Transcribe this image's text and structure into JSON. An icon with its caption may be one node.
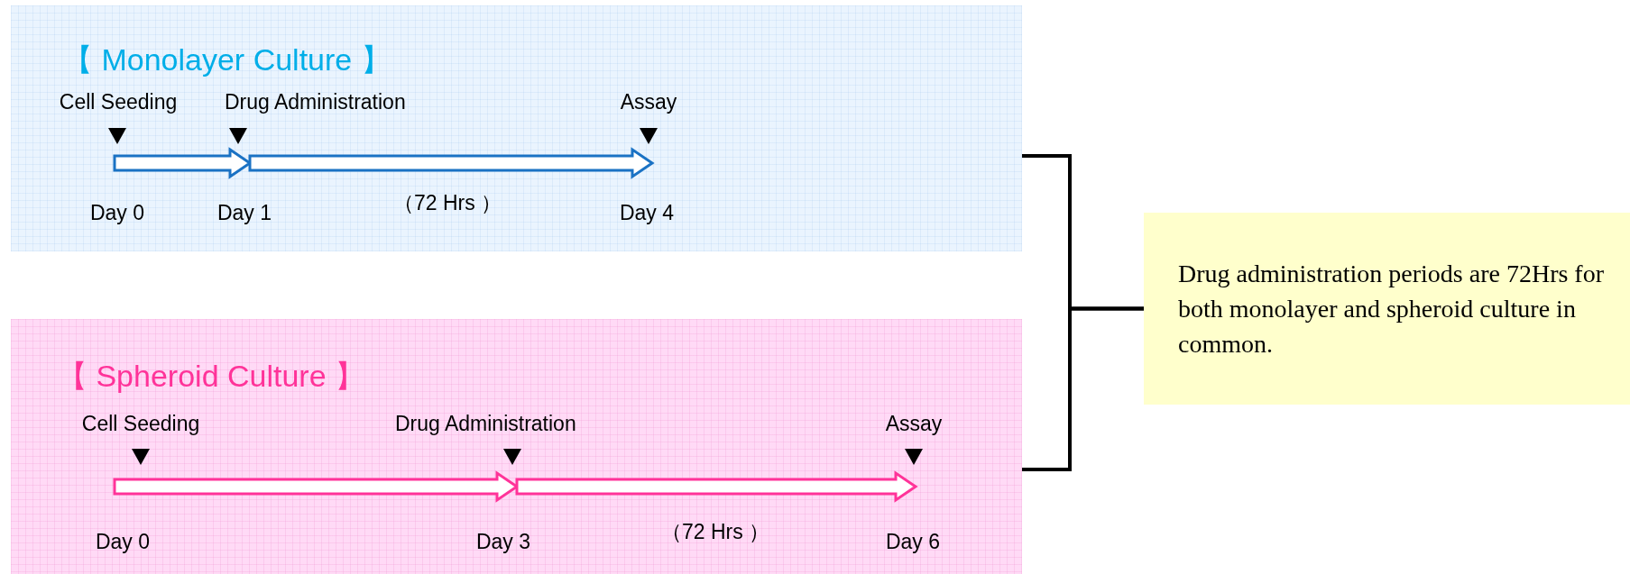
{
  "diagram": {
    "nodes": [
      {
        "text": [
          "【 Monolayer Culture 】",
          "Cell Seeding",
          "Drug Administration",
          "Assay",
          "Day 0",
          "Day 1",
          "（72 Hrs ）",
          "Day 4"
        ]
      },
      {
        "text": [
          "【 Spheroid Culture 】",
          "Cell Seeding",
          "Drug Administration",
          "Assay",
          "Day 0",
          "Day 3",
          "（72 Hrs ）",
          "Day 6"
        ]
      },
      {
        "text": [
          "Drug administration periods are 72Hrs for both monolayer and spheroid culture in common."
        ]
      }
    ],
    "edges": [
      {
        "from": 0,
        "to": 2,
        "arrow": "none"
      },
      {
        "from": 1,
        "to": 2,
        "arrow": "none"
      }
    ]
  }
}
